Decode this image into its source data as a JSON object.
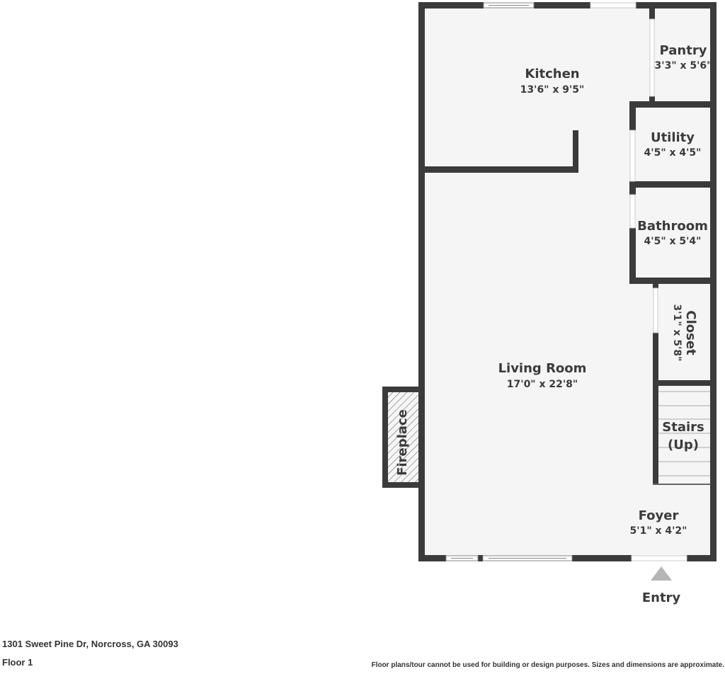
{
  "floor_plan": {
    "rooms": [
      {
        "name": "Kitchen",
        "dims": "13'6\" x 9'5\""
      },
      {
        "name": "Pantry",
        "dims": "3'3\" x 5'6\""
      },
      {
        "name": "Utility",
        "dims": "4'5\" x 4'5\""
      },
      {
        "name": "Bathroom",
        "dims": "4'5\" x 5'4\""
      },
      {
        "name": "Closet",
        "dims": "3'1\" x 5'8\""
      },
      {
        "name": "Living Room",
        "dims": "17'0\" x 22'8\""
      },
      {
        "name": "Stairs",
        "dims": "(Up)"
      },
      {
        "name": "Foyer",
        "dims": "5'1\" x 4'2\""
      }
    ],
    "fireplace_label": "Fireplace",
    "entry_label": "Entry",
    "colors": {
      "wall": "#3b3b3b",
      "floor": "#f5f5f5",
      "entry_arrow": "#b5b5b5"
    }
  },
  "footer": {
    "address": "1301 Sweet Pine Dr, Norcross, GA 30093",
    "floor": "Floor 1",
    "disclaimer": "Floor plans/tour cannot be used for building or design purposes. Sizes and dimensions are approximate."
  }
}
